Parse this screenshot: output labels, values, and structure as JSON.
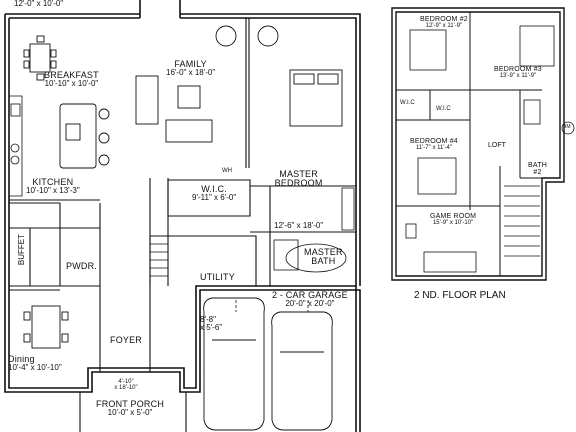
{
  "top_clip_dim": "12'-0\" x 10'-0\"",
  "first_floor": {
    "breakfast": {
      "name": "BREAKFAST",
      "dims": "10'-10\" x 10'-0\""
    },
    "family": {
      "name": "FAMILY",
      "dims": "16'-0\" x 18'-0\""
    },
    "master_bedroom": {
      "name": "MASTER\nBEDROOM",
      "dims": "12'-6\" x 18'-0\""
    },
    "kitchen": {
      "name": "KITCHEN",
      "dims": "10'-10\" x 13'-3\""
    },
    "wic": {
      "name": "W.I.C.",
      "dims": "9'-11\" x 6'-0\""
    },
    "wh": "WH",
    "master_bath": {
      "name": "MASTER\nBATH"
    },
    "buffet": "BUFFET",
    "pwdr": "PWDR.",
    "utility": {
      "name": "UTILITY",
      "dims": "8'-8\"\nx 5'-6\""
    },
    "garage": {
      "name": "2 - CAR GARAGE",
      "dims": "20'-0\" x 20'-0\""
    },
    "foyer": {
      "name": "FOYER",
      "dims": "4'-10\"\nx 18'-10\""
    },
    "dining": {
      "name": "Dining",
      "dims": "10'-4\" x 10'-10\""
    },
    "front_porch": {
      "name": "FRONT PORCH",
      "dims": "10'-0\" x 5'-0\""
    }
  },
  "second_floor": {
    "caption": "2 ND. FLOOR PLAN",
    "bedroom2": {
      "name": "BEDROOM #2",
      "dims": "12'-9\" x 11'-9\""
    },
    "bedroom3": {
      "name": "BEDROOM #3",
      "dims": "13'-9\" x 11'-9\""
    },
    "wic_left": "W.I.C",
    "wic_right": "W.I.C",
    "bedroom4": {
      "name": "BEDROOM #4",
      "dims": "11'-7\" x 11'-4\""
    },
    "loft": "LOFT",
    "bath2": {
      "name": "BATH\n#2"
    },
    "bath2_symbol": "BM",
    "game_room": {
      "name": "GAME ROOM",
      "dims": "15'-9\" x 10'-10\""
    }
  }
}
